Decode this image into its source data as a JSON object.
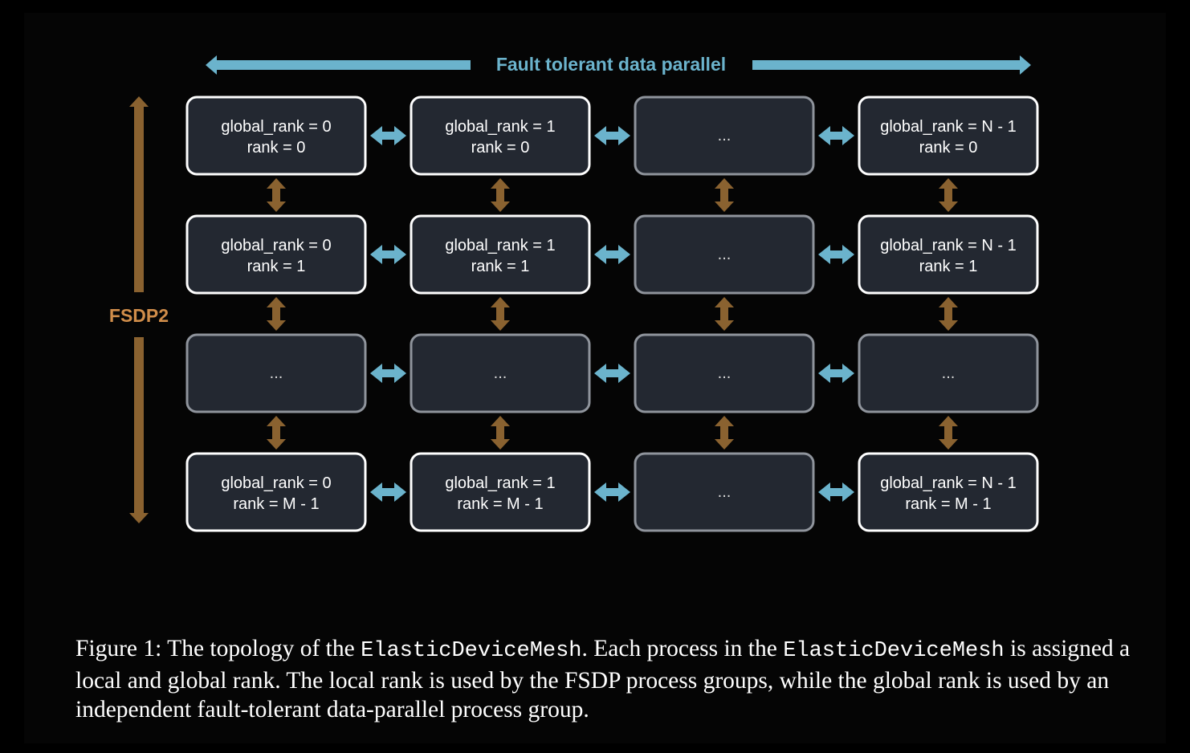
{
  "diagram": {
    "top_label": "Fault tolerant data parallel",
    "side_label": "FSDP2",
    "grid": [
      [
        {
          "line1": "global_rank = 0",
          "line2": "rank = 0"
        },
        {
          "line1": "global_rank = 1",
          "line2": "rank = 0"
        },
        {
          "line1": "...",
          "line2": ""
        },
        {
          "line1": "global_rank = N - 1",
          "line2": "rank = 0"
        }
      ],
      [
        {
          "line1": "global_rank = 0",
          "line2": "rank = 1"
        },
        {
          "line1": "global_rank = 1",
          "line2": "rank = 1"
        },
        {
          "line1": "...",
          "line2": ""
        },
        {
          "line1": "global_rank = N - 1",
          "line2": "rank = 1"
        }
      ],
      [
        {
          "line1": "...",
          "line2": ""
        },
        {
          "line1": "...",
          "line2": ""
        },
        {
          "line1": "...",
          "line2": ""
        },
        {
          "line1": "...",
          "line2": ""
        }
      ],
      [
        {
          "line1": "global_rank = 0",
          "line2": "rank = M - 1"
        },
        {
          "line1": "global_rank = 1",
          "line2": "rank = M - 1"
        },
        {
          "line1": "...",
          "line2": ""
        },
        {
          "line1": "global_rank = N - 1",
          "line2": "rank = M - 1"
        }
      ]
    ],
    "colors": {
      "horizontal_arrow": "#6bb3cc",
      "vertical_arrow": "#8a6230",
      "side_label": "#d08d4a",
      "top_label": "#6bb3cc",
      "node_fill": "#232831",
      "node_border_active": "#ffffff",
      "node_border_placeholder": "#8f949c"
    }
  },
  "caption": {
    "prefix": "Figure 1: The topology of the ",
    "code1": "ElasticDeviceMesh",
    "middle": ". Each process in the ",
    "code2": "ElasticDeviceMesh",
    "suffix": " is assigned a local and global rank. The local rank is used by the FSDP process groups, while the global rank is used by an independent fault-tolerant data-parallel process group."
  }
}
